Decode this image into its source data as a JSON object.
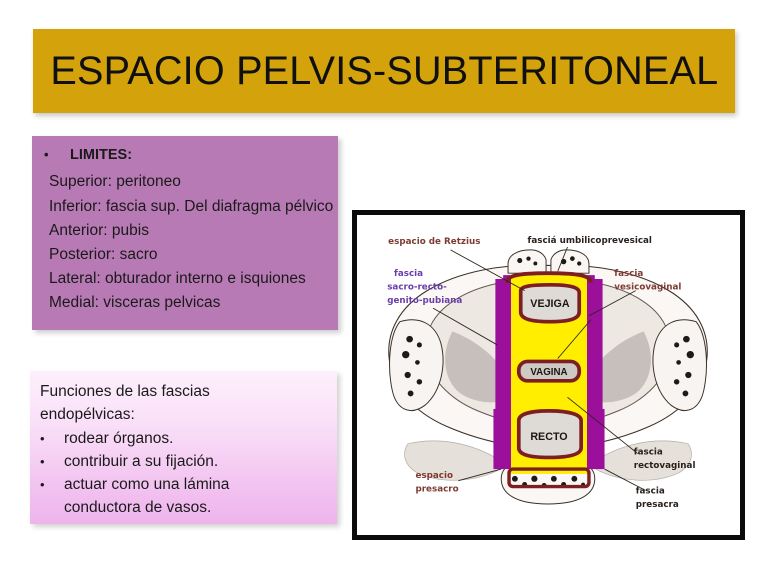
{
  "slide": {
    "title": "ESPACIO PELVIS-SUBTERITONEAL",
    "title_bg": "#d4a30b"
  },
  "limits_box": {
    "bullet_glyph": "•",
    "heading": "LIMITES:",
    "bg": "#b87ab5",
    "lines": [
      "Superior: peritoneo",
      "Inferior: fascia sup. Del diafragma pélvico",
      "Anterior: pubis",
      "Posterior: sacro",
      "Lateral: obturador interno e isquiones",
      "Medial: visceras pelvicas"
    ]
  },
  "functions_box": {
    "bullet_glyph": "•",
    "bg_top": "#fdf0fc",
    "bg_bottom": "#eeb4ec",
    "intro_line1": "Funciones de las fascias",
    "intro_line2": "endopélvicas:",
    "items": [
      "rodear órganos.",
      "contribuir a su fijación.",
      "actuar como una lámina"
    ],
    "item3_continuation": "conductora de vasos."
  },
  "diagram": {
    "border_color": "#0b0b0b",
    "fascia_band_color": "#9b0f9b",
    "endopelvic_space_color": "#ffee00",
    "organ_outline_color": "#7d1f21",
    "labels": {
      "espacio_retzius": "espacio de Retzius",
      "fascia_umbilicoprevesical": "fasciá umbilicoprevesical",
      "fascia_sacro_line1": "fascia",
      "fascia_sacro_line2": "sacro-recto-",
      "fascia_sacro_line3": "genito-pubiana",
      "fascia_vesicovaginal_line1": "fascia",
      "fascia_vesicovaginal_line2": "vesicovaginal",
      "fascia_rectovaginal_line1": "fascia",
      "fascia_rectovaginal_line2": "rectovaginal",
      "fascia_presacra_line1": "fascia",
      "fascia_presacra_line2": "presacra",
      "espacio_presacro_line1": "espacio",
      "espacio_presacro_line2": "presacro"
    },
    "organs": {
      "bladder": "VEJIGA",
      "vagina": "VAGINA",
      "rectum": "RECTO"
    }
  }
}
